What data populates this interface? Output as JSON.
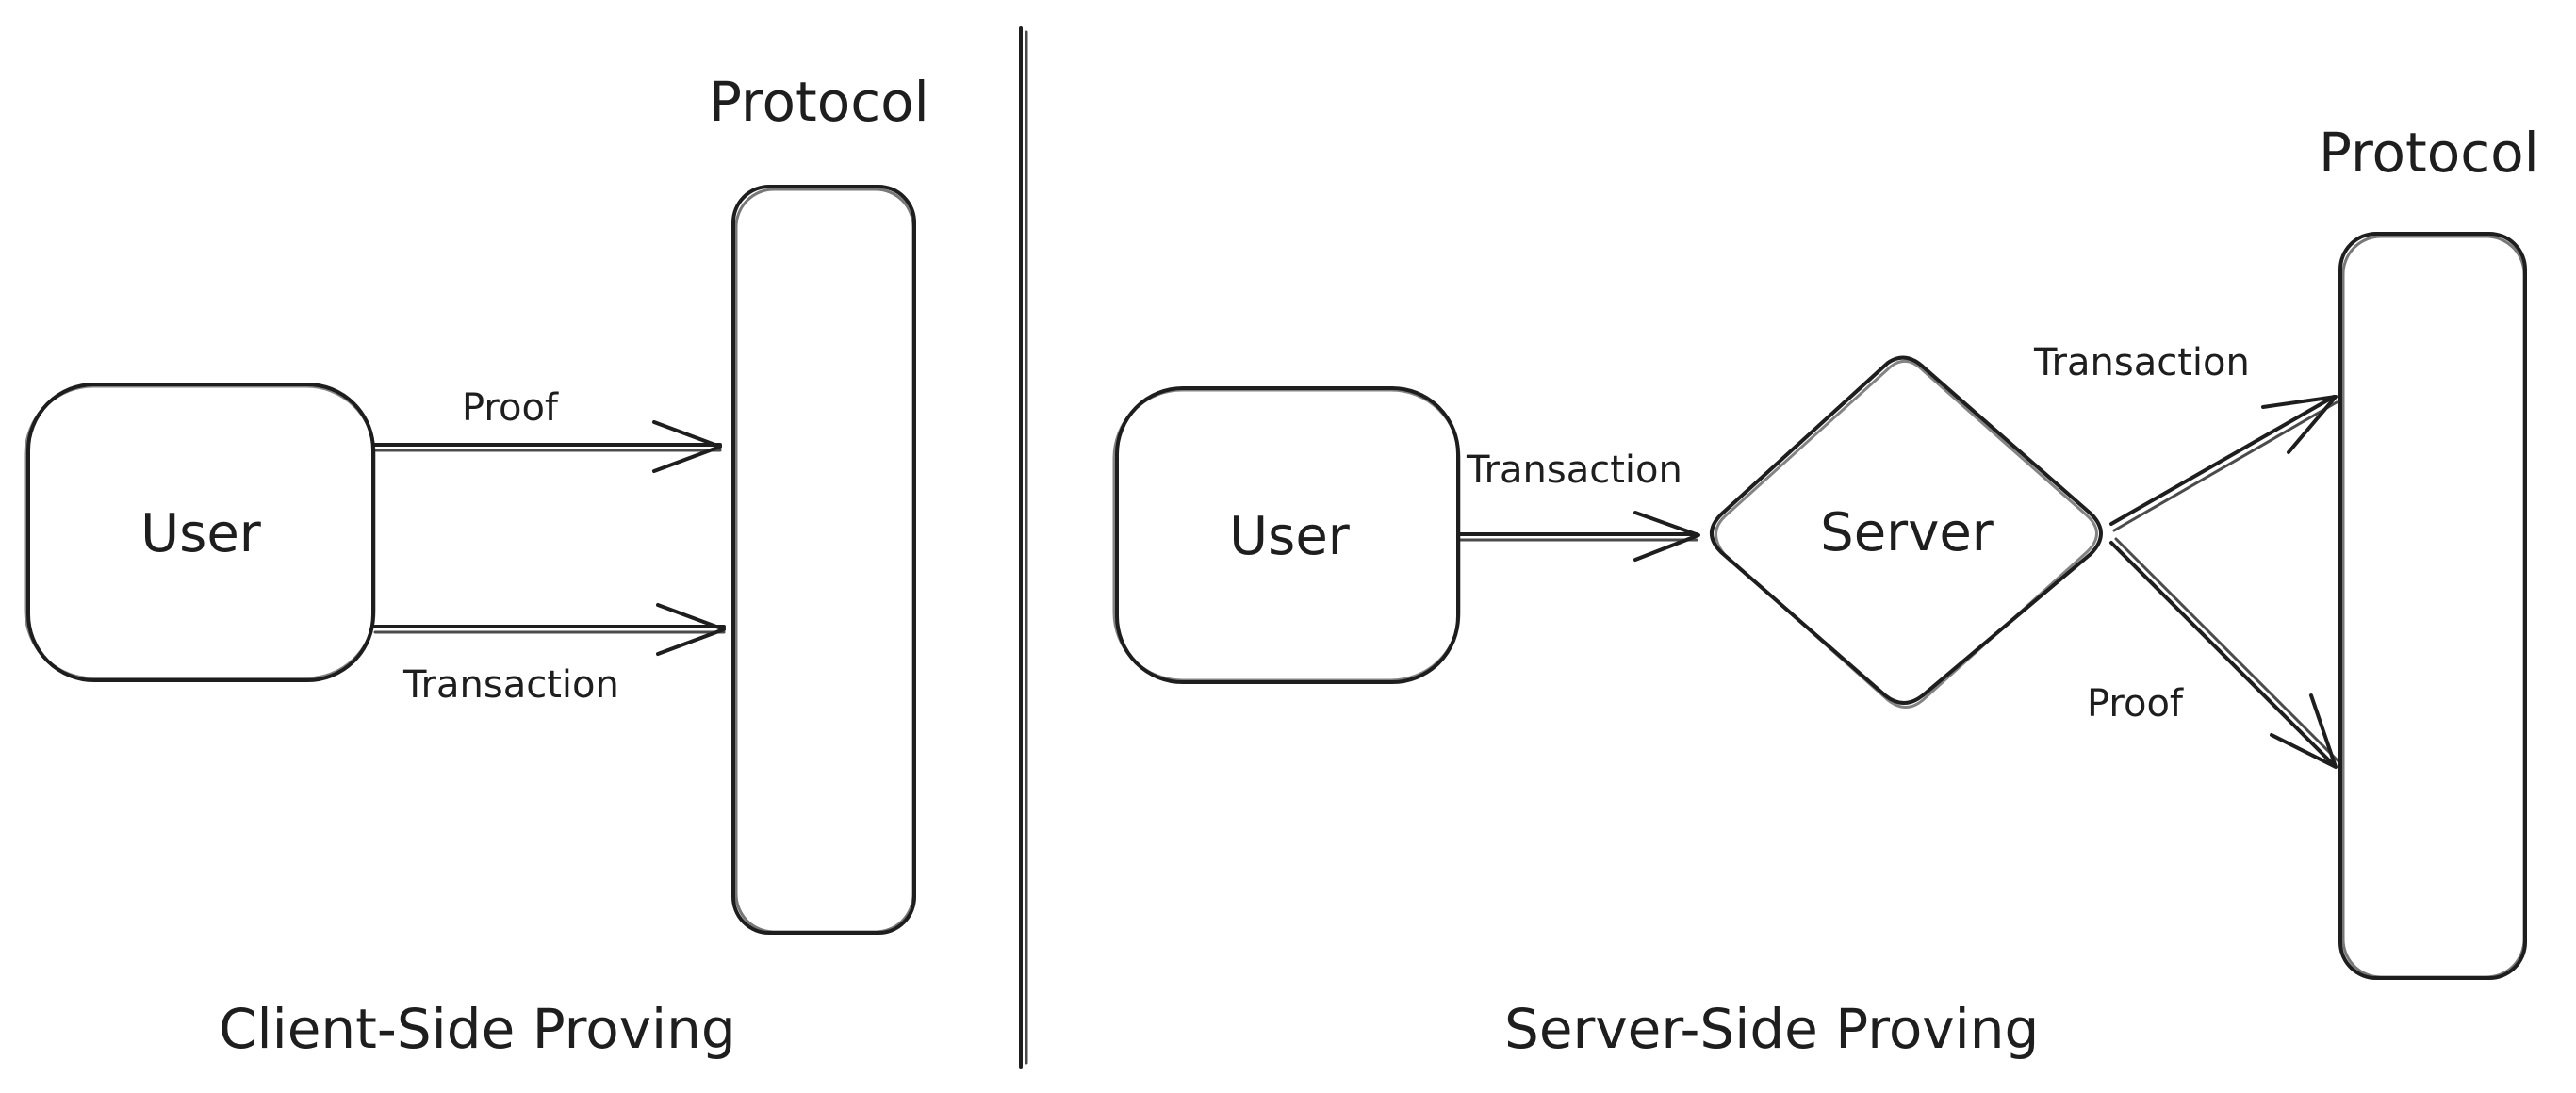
{
  "left_panel": {
    "section_label": "Client-Side Proving",
    "protocol_label": "Protocol",
    "user_label": "User",
    "edges": {
      "proof": "Proof",
      "transaction": "Transaction"
    }
  },
  "right_panel": {
    "section_label": "Server-Side Proving",
    "protocol_label": "Protocol",
    "user_label": "User",
    "server_label": "Server",
    "edges": {
      "user_to_server": "Transaction",
      "server_to_protocol_top": "Transaction",
      "server_to_protocol_bottom": "Proof"
    }
  },
  "colors": {
    "stroke": "#1e1e1e",
    "background": "#ffffff"
  }
}
